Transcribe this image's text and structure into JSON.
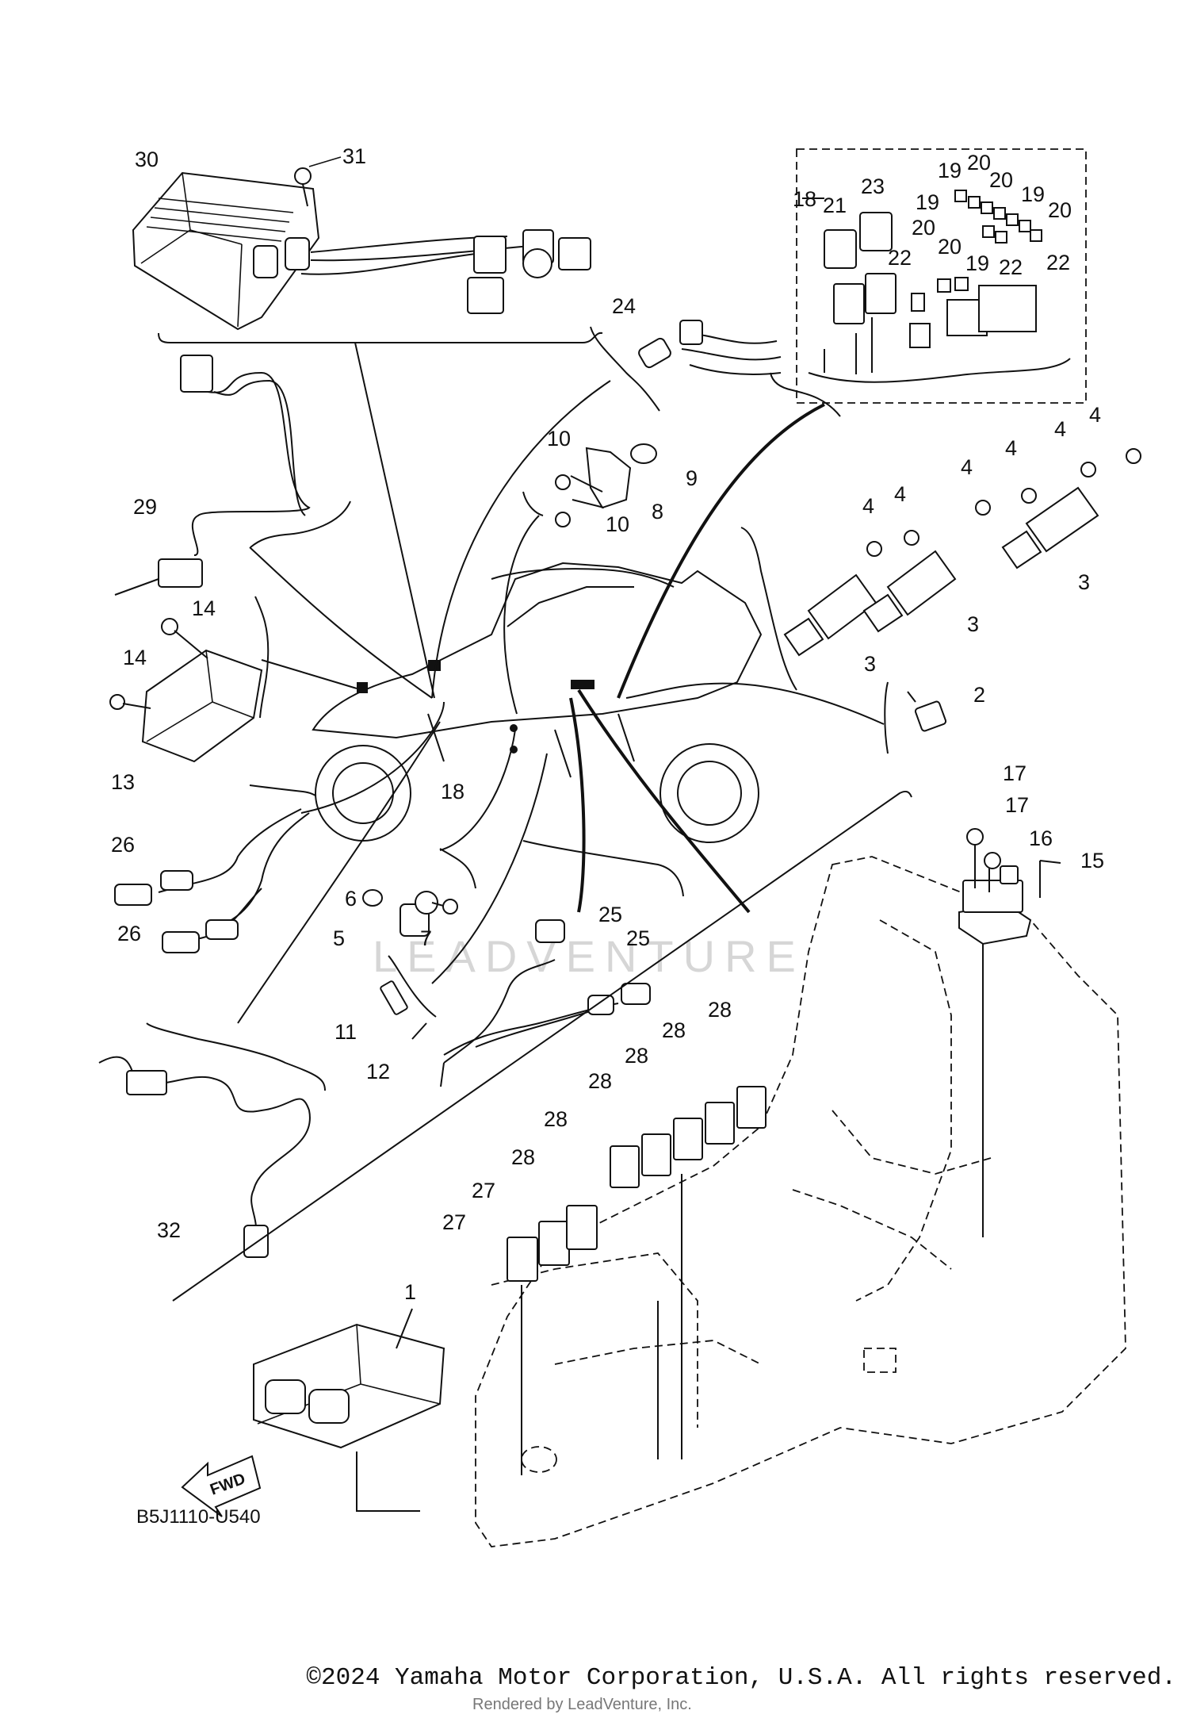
{
  "diagram_code": "B5J1110-U540",
  "fwd_label": "FWD",
  "watermark": "LEADVENTURE",
  "copyright": "©2024 Yamaha Motor Corporation, U.S.A. All rights reserved.",
  "rendered_by": "Rendered by LeadVenture, Inc.",
  "callouts": {
    "c1": "1",
    "c2": "2",
    "c3a": "3",
    "c3b": "3",
    "c3c": "3",
    "c4a": "4",
    "c4b": "4",
    "c4c": "4",
    "c4d": "4",
    "c4e": "4",
    "c4f": "4",
    "c5": "5",
    "c6": "6",
    "c7": "7",
    "c8": "8",
    "c9": "9",
    "c10a": "10",
    "c10b": "10",
    "c11": "11",
    "c12": "12",
    "c13": "13",
    "c14a": "14",
    "c14b": "14",
    "c15": "15",
    "c16": "16",
    "c17a": "17",
    "c17b": "17",
    "c18a": "18",
    "c18b": "18",
    "c19a": "19",
    "c19b": "19",
    "c19c": "19",
    "c19d": "19",
    "c20a": "20",
    "c20b": "20",
    "c20c": "20",
    "c20d": "20",
    "c20e": "20",
    "c21": "21",
    "c22a": "22",
    "c22b": "22",
    "c22c": "22",
    "c23": "23",
    "c24": "24",
    "c25a": "25",
    "c25b": "25",
    "c26a": "26",
    "c26b": "26",
    "c27a": "27",
    "c27b": "27",
    "c28a": "28",
    "c28b": "28",
    "c28c": "28",
    "c28d": "28",
    "c28e": "28",
    "c28f": "28",
    "c29": "29",
    "c30": "30",
    "c31": "31",
    "c32": "32"
  }
}
